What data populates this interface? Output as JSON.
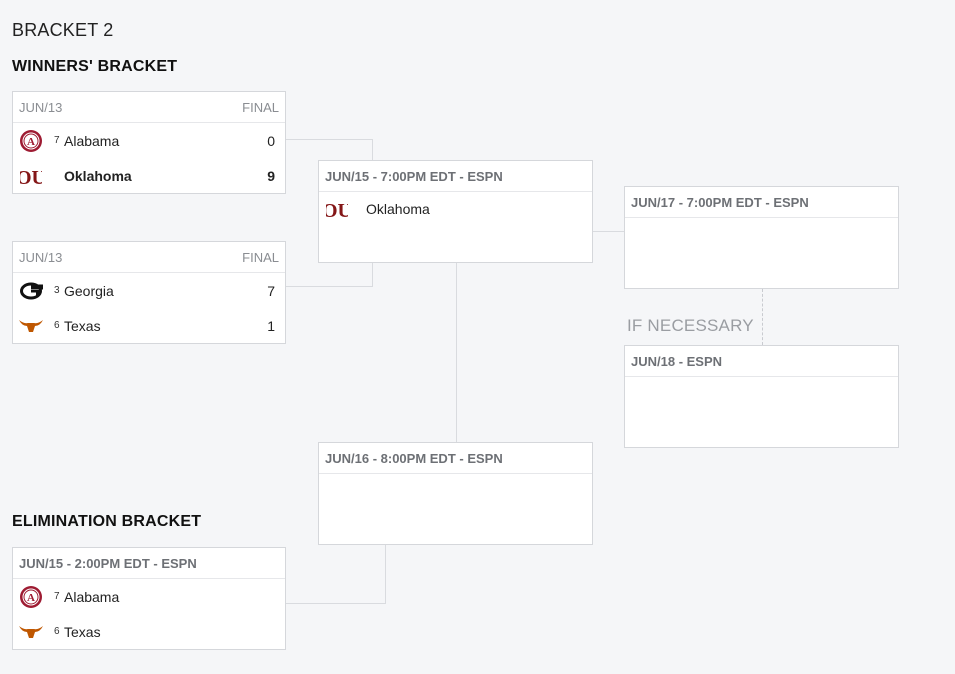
{
  "bracket_title": "BRACKET 2",
  "winners_title": "WINNERS' BRACKET",
  "elimination_title": "ELIMINATION BRACKET",
  "if_necessary": "IF NECESSARY",
  "games": {
    "g1": {
      "date": "JUN/13",
      "status": "FINAL",
      "teams": [
        {
          "seed": "7",
          "name": "Alabama",
          "score": "0",
          "logo": "alabama-logo-icon"
        },
        {
          "seed": "",
          "name": "Oklahoma",
          "score": "9",
          "logo": "oklahoma-logo-icon"
        }
      ]
    },
    "g2": {
      "date": "JUN/13",
      "status": "FINAL",
      "teams": [
        {
          "seed": "3",
          "name": "Georgia",
          "score": "7",
          "logo": "georgia-logo-icon"
        },
        {
          "seed": "6",
          "name": "Texas",
          "score": "1",
          "logo": "texas-longhorn-icon"
        }
      ]
    },
    "g3": {
      "header": "JUN/15 - 7:00PM EDT - ESPN",
      "teams": [
        {
          "name": "Oklahoma",
          "logo": "oklahoma-logo-icon"
        }
      ]
    },
    "g4": {
      "header": "JUN/17 - 7:00PM EDT - ESPN"
    },
    "g5": {
      "header": "JUN/18 - ESPN"
    },
    "g6": {
      "header": "JUN/16 - 8:00PM EDT - ESPN"
    },
    "g7": {
      "header": "JUN/15 - 2:00PM EDT - ESPN",
      "teams": [
        {
          "seed": "7",
          "name": "Alabama",
          "logo": "alabama-logo-icon"
        },
        {
          "seed": "6",
          "name": "Texas",
          "logo": "texas-longhorn-icon"
        }
      ]
    }
  },
  "colors": {
    "alabama": "#9e1b32",
    "oklahoma": "#841617",
    "georgia": "#111111",
    "texas": "#bf5700"
  }
}
